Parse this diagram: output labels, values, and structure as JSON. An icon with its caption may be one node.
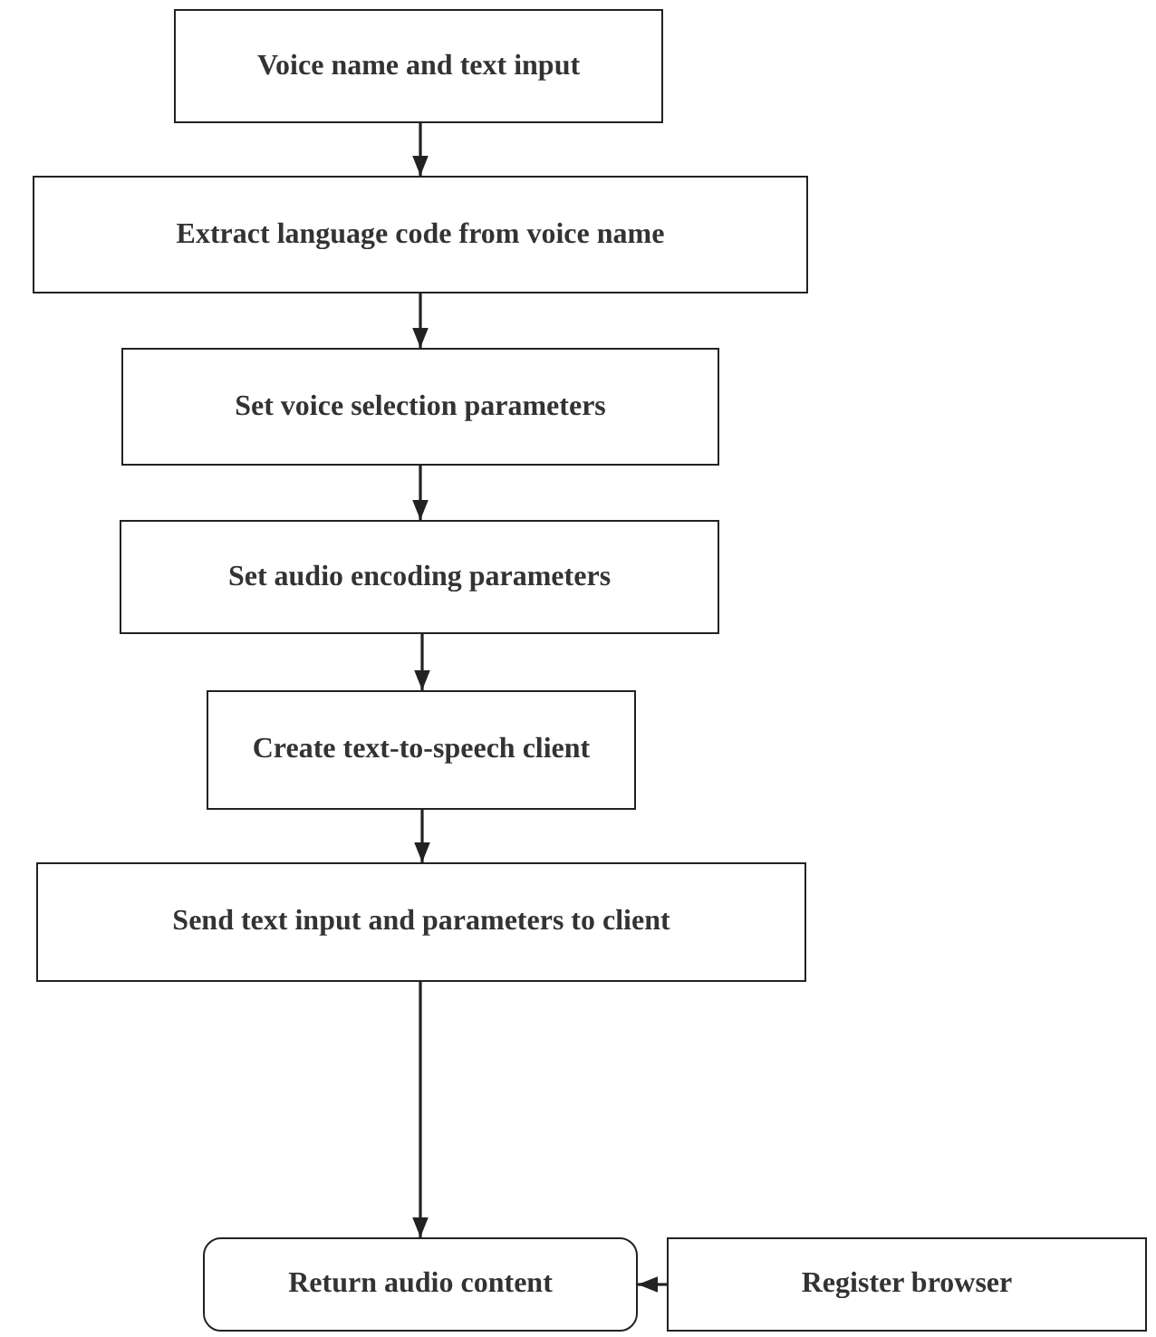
{
  "diagram": {
    "nodes": [
      {
        "text": [
          "Voice name and text input"
        ]
      },
      {
        "text": [
          "Extract language code from voice name"
        ]
      },
      {
        "text": [
          "Set voice selection parameters"
        ]
      },
      {
        "text": [
          "Set audio encoding parameters"
        ]
      },
      {
        "text": [
          "Create text-to-speech client"
        ]
      },
      {
        "text": [
          "Send text input and parameters to client"
        ]
      },
      {
        "text": [
          "Return audio content"
        ]
      },
      {
        "text": [
          "Register browser"
        ]
      }
    ],
    "edges": [
      {
        "from": 0,
        "to": 1,
        "arrow": "to"
      },
      {
        "from": 1,
        "to": 2,
        "arrow": "to"
      },
      {
        "from": 2,
        "to": 3,
        "arrow": "to"
      },
      {
        "from": 3,
        "to": 4,
        "arrow": "to"
      },
      {
        "from": 4,
        "to": 5,
        "arrow": "to"
      },
      {
        "from": 5,
        "to": 6,
        "arrow": "to"
      },
      {
        "from": 7,
        "to": 6,
        "arrow": "to"
      }
    ]
  }
}
